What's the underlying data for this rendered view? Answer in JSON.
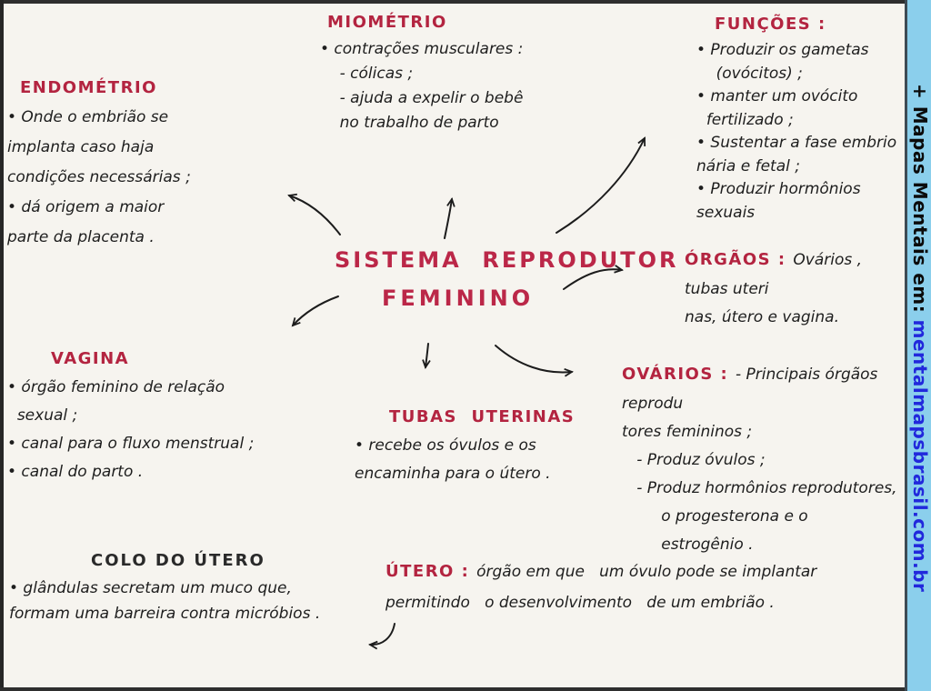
{
  "center": {
    "line1": "SISTEMA  REPRODUTOR",
    "line2": "FEMININO"
  },
  "branches": {
    "endometrio": {
      "title": "ENDOMÉTRIO",
      "lines": [
        "• Onde o embrião se",
        "implanta caso haja",
        "condições necessárias ;",
        "• dá origem a maior",
        "parte da placenta ."
      ]
    },
    "miometrio": {
      "title": "MIOMÉTRIO",
      "lines": [
        "• contrações musculares :",
        "    - cólicas ;",
        "    - ajuda a expelir o bebê",
        "    no trabalho de parto"
      ]
    },
    "funcoes": {
      "title": "FUNÇÕES :",
      "lines": [
        "• Produzir os gametas",
        "    (ovócitos) ;",
        "• manter um ovócito",
        "  fertilizado ;",
        "• Sustentar a fase embrio",
        "nária e fetal ;",
        "• Produzir hormônios sexuais"
      ]
    },
    "orgaos": {
      "title": "ÓRGÃOS : ",
      "first_line": "Ovários , tubas uteri",
      "lines": [
        "nas, útero e vagina."
      ]
    },
    "ovarios": {
      "title": "OVÁRIOS : ",
      "first_line": "- Principais órgãos reprodu",
      "lines": [
        "tores femininos ;",
        "   - Produz óvulos ;",
        "   - Produz hormônios reprodutores,",
        "        o progesterona e o",
        "        estrogênio ."
      ]
    },
    "vagina": {
      "title": "VAGINA",
      "lines": [
        "• órgão feminino de relação",
        "  sexual ;",
        "• canal para o fluxo menstrual ;",
        "• canal do parto ."
      ]
    },
    "tubas": {
      "title": "TUBAS  UTERINAS",
      "lines": [
        "• recebe os óvulos e os",
        "encaminha para o útero ."
      ]
    },
    "colo": {
      "title": "COLO DO ÚTERO",
      "lines": [
        "• glândulas secretam um muco que,",
        "formam uma barreira contra micróbios ."
      ]
    },
    "utero": {
      "title": "ÚTERO : ",
      "first_line": "órgão em que   um óvulo pode se implantar",
      "lines": [
        "permitindo   o desenvolvimento   de um embrião ."
      ]
    }
  },
  "sidebar": {
    "prefix": "+ Mapas Mentais em: ",
    "url": "mentalmapsbrasil.com.br",
    "band_color": "#8bcfec",
    "url_color": "#2128dc"
  },
  "colors": {
    "heading_red": "#b32440",
    "ink": "#1e1e1e"
  }
}
